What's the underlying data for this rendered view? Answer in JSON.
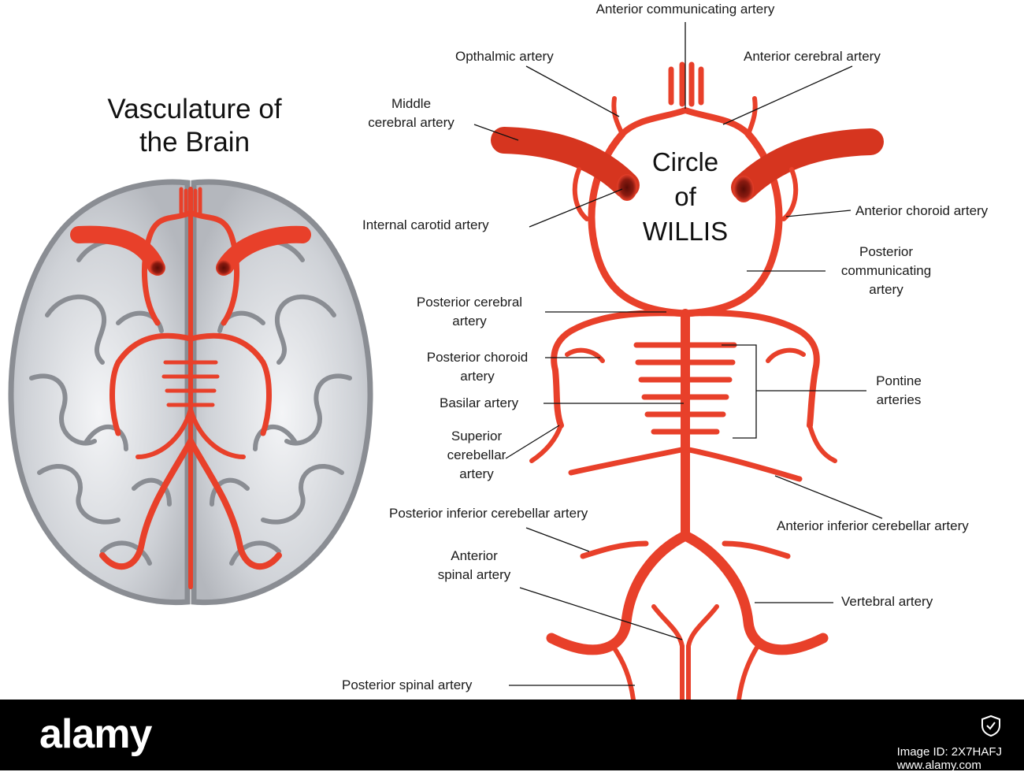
{
  "left_title": [
    "Vasculature of",
    "the Brain"
  ],
  "center_title": [
    "Circle",
    "of",
    "WILLIS"
  ],
  "labels": {
    "acomm": "Anterior communicating artery",
    "ophthalmic": "Opthalmic artery",
    "aca": "Anterior cerebral artery",
    "mca": [
      "Middle",
      "cerebral artery"
    ],
    "ica": "Internal carotid artery",
    "achoroid": "Anterior choroid artery",
    "pcomm": [
      "Posterior",
      "communicating",
      "artery"
    ],
    "pca": [
      "Posterior cerebral",
      "artery"
    ],
    "pchoroid": [
      "Posterior choroid",
      "artery"
    ],
    "basilar": "Basilar artery",
    "sca": [
      "Superior",
      "cerebellar",
      "artery"
    ],
    "pontine": [
      "Pontine",
      "arteries"
    ],
    "aica": "Anterior inferior cerebellar artery",
    "pica": "Posterior inferior cerebellar artery",
    "asa": [
      "Anterior",
      "spinal artery"
    ],
    "vertebral": "Vertebral artery",
    "psa": "Posterior spinal artery"
  },
  "footer": {
    "logo": "alamy",
    "image_id": "Image ID: 2X7HAFJ",
    "site": "www.alamy.com"
  },
  "colors": {
    "artery": "#e8402a",
    "artery_dark": "#b82418",
    "brain": "#d0d3d8",
    "brain_outline": "#8a8d93",
    "footer": "#000000"
  }
}
